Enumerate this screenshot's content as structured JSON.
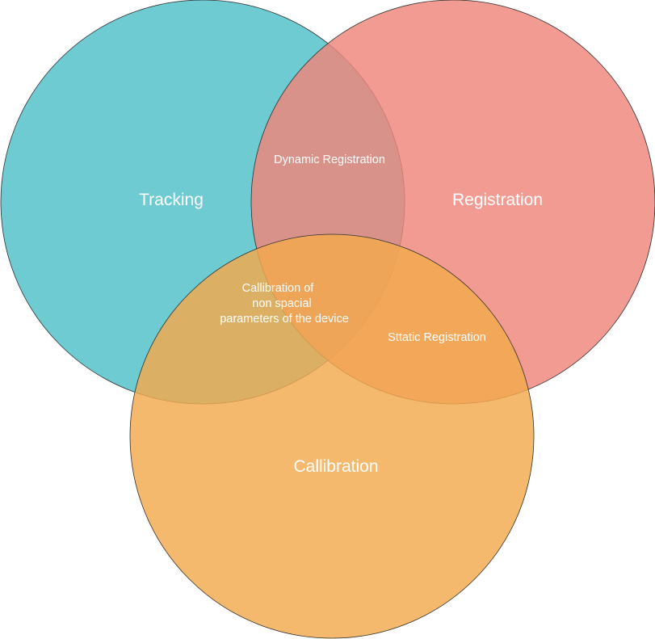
{
  "diagram": {
    "type": "venn",
    "sets": [
      {
        "id": "tracking",
        "label": "Tracking",
        "color": "#4fc0c8"
      },
      {
        "id": "registration",
        "label": "Registration",
        "color": "#ef857a"
      },
      {
        "id": "calibration",
        "label": "Callibration",
        "color": "#f3a94d"
      }
    ],
    "intersections": [
      {
        "id": "tracking-registration",
        "sets": [
          "tracking",
          "registration"
        ],
        "lines": [
          "Dynamic Registration"
        ]
      },
      {
        "id": "tracking-calibration",
        "sets": [
          "tracking",
          "calibration"
        ],
        "lines": [
          "Callibration of",
          "non spacial",
          "parameters of the device"
        ]
      },
      {
        "id": "registration-calibration",
        "sets": [
          "registration",
          "calibration"
        ],
        "lines": [
          "Sttatic Registration"
        ]
      }
    ]
  }
}
